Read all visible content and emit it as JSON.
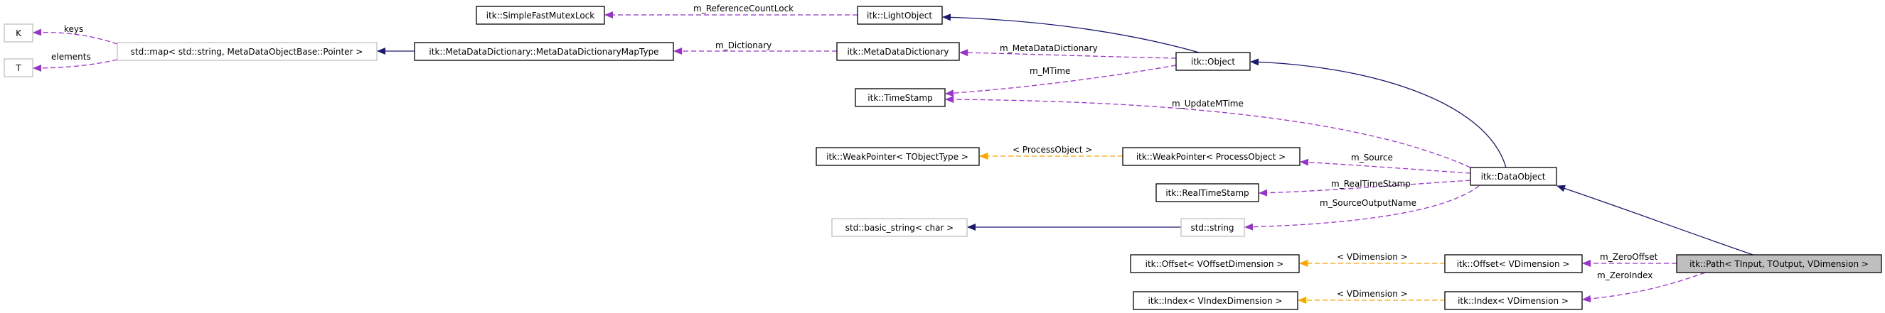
{
  "colors": {
    "inheritance": "#191970",
    "usage": "#9a32cd",
    "template": "#ffa500",
    "focus_fill": "#bfbfbf",
    "external_border": "#bfbfbf"
  },
  "nodes": {
    "k": "K",
    "t": "T",
    "std_map": "std::map< std::string, MetaDataObjectBase::Pointer >",
    "simple_fast_mutex_lock": "itk::SimpleFastMutexLock",
    "light_object": "itk::LightObject",
    "metadata_dictionary_map_type": "itk::MetaDataDictionary::MetaDataDictionaryMapType",
    "metadata_dictionary": "itk::MetaDataDictionary",
    "object": "itk::Object",
    "time_stamp": "itk::TimeStamp",
    "weak_pointer_tobject": "itk::WeakPointer< TObjectType >",
    "weak_pointer_process": "itk::WeakPointer< ProcessObject >",
    "data_object": "itk::DataObject",
    "real_time_stamp": "itk::RealTimeStamp",
    "basic_string": "std::basic_string< char >",
    "std_string": "std::string",
    "offset_voffset": "itk::Offset< VOffsetDimension >",
    "offset_vdim": "itk::Offset< VDimension >",
    "path": "itk::Path< TInput, TOutput, VDimension >",
    "index_vindex": "itk::Index< VIndexDimension >",
    "index_vdim": "itk::Index< VDimension >"
  },
  "edge_labels": {
    "keys": "keys",
    "elements": "elements",
    "reference_count_lock": "m_ReferenceCountLock",
    "dictionary": "m_Dictionary",
    "metadata_dictionary": "m_MetaDataDictionary",
    "mtime": "m_MTime",
    "update_mtime": "m_UpdateMTime",
    "process_object": "< ProcessObject >",
    "source": "m_Source",
    "real_time_stamp": "m_RealTimeStamp",
    "source_output_name": "m_SourceOutputName",
    "vdimension_offset": "< VDimension >",
    "zero_offset": "m_ZeroOffset",
    "vdimension_index": "< VDimension >",
    "zero_index": "m_ZeroIndex"
  }
}
